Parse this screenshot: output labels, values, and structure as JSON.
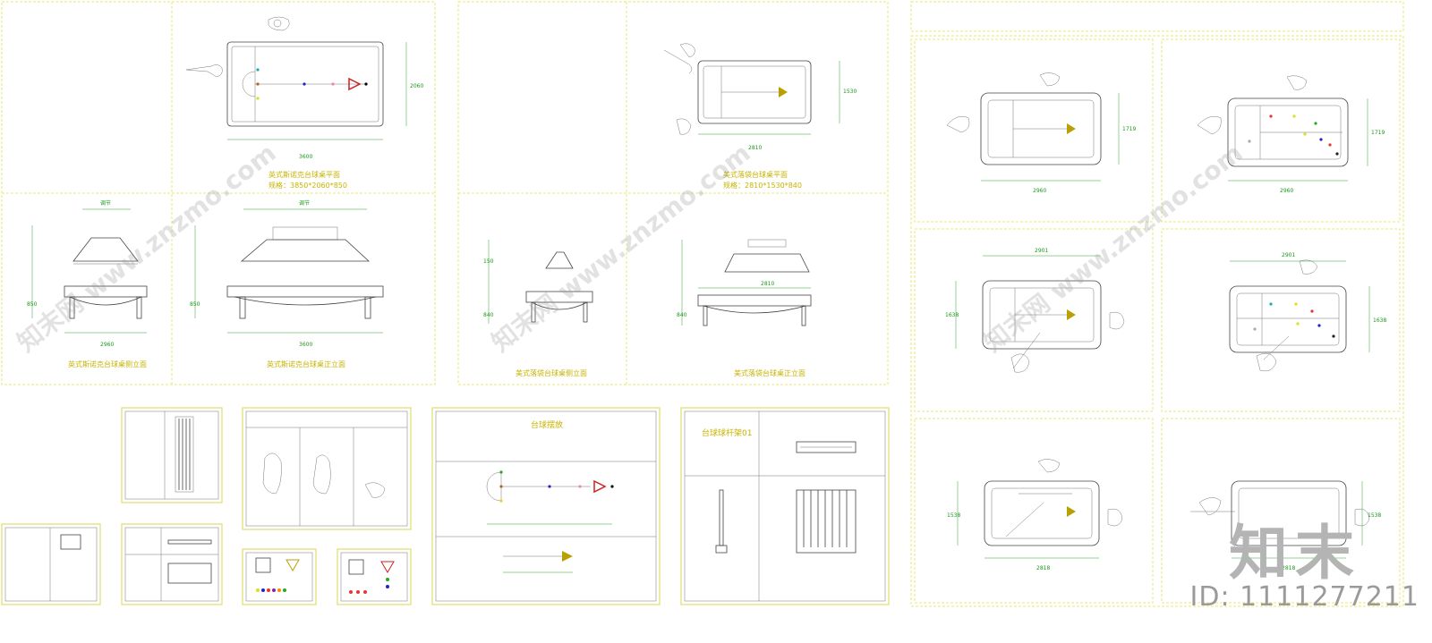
{
  "titles": {
    "brit_plan": "英式斯诺克台球桌平面",
    "brit_plan_spec": "规格：3850*2060*850",
    "brit_side": "英式斯诺克台球桌侧立面",
    "brit_front": "英式斯诺克台球桌正立面",
    "us_plan": "美式落袋台球桌平面",
    "us_plan_spec": "规格：2810*1530*840",
    "us_side": "美式落袋台球桌侧立面",
    "us_front": "美式落袋台球桌正立面",
    "ball_setup": "台球摆放",
    "cue_rack": "台球球杆架01"
  },
  "dims": {
    "d3600": "3600",
    "d2060": "2060",
    "d2810": "2810",
    "d1530": "1530",
    "d1719": "1719",
    "d2960": "2960",
    "d2901": "2901",
    "d1638": "1638",
    "d2818": "2818",
    "d1538": "1538",
    "adj": "调节",
    "d850": "850",
    "d840": "840",
    "d150": "150"
  },
  "watermark": {
    "id": "ID: 1111277211",
    "logo": "知末",
    "site": "知末网 www.znzmo.com"
  },
  "colors": {
    "title": "#c8b400",
    "dimension": "#1a9a1a",
    "frame": "#e8e870",
    "triangle": "#cc2222"
  }
}
